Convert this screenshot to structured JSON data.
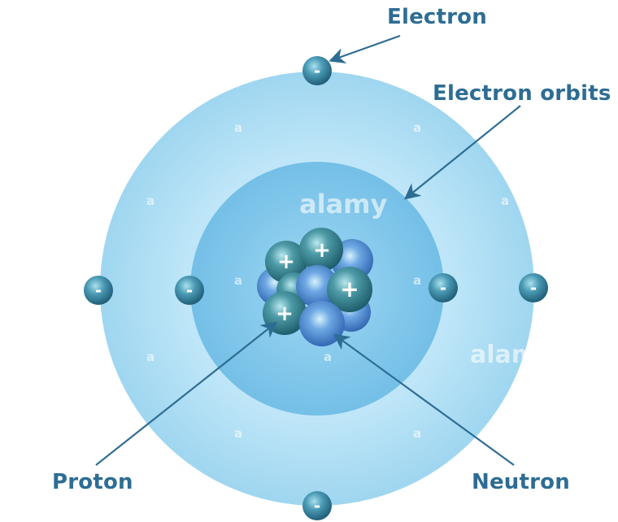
{
  "labels": {
    "electron": "Electron",
    "electron_orbits": "Electron orbits",
    "proton": "Proton",
    "neutron": "Neutron"
  },
  "symbols": {
    "electron_sign": "-",
    "proton_sign": "+"
  },
  "watermark": {
    "brand": "alamy",
    "brand_cut": "alam",
    "tile": "a"
  },
  "colors": {
    "label_text": "#2e6d93",
    "arrow": "#2e6d93",
    "outer_orbit": "#a9dcf2",
    "inner_orbit": "#7ec6ea",
    "electron": "#3b8ca9",
    "proton": "#3e8fa0",
    "neutron": "#3f7fc4"
  }
}
